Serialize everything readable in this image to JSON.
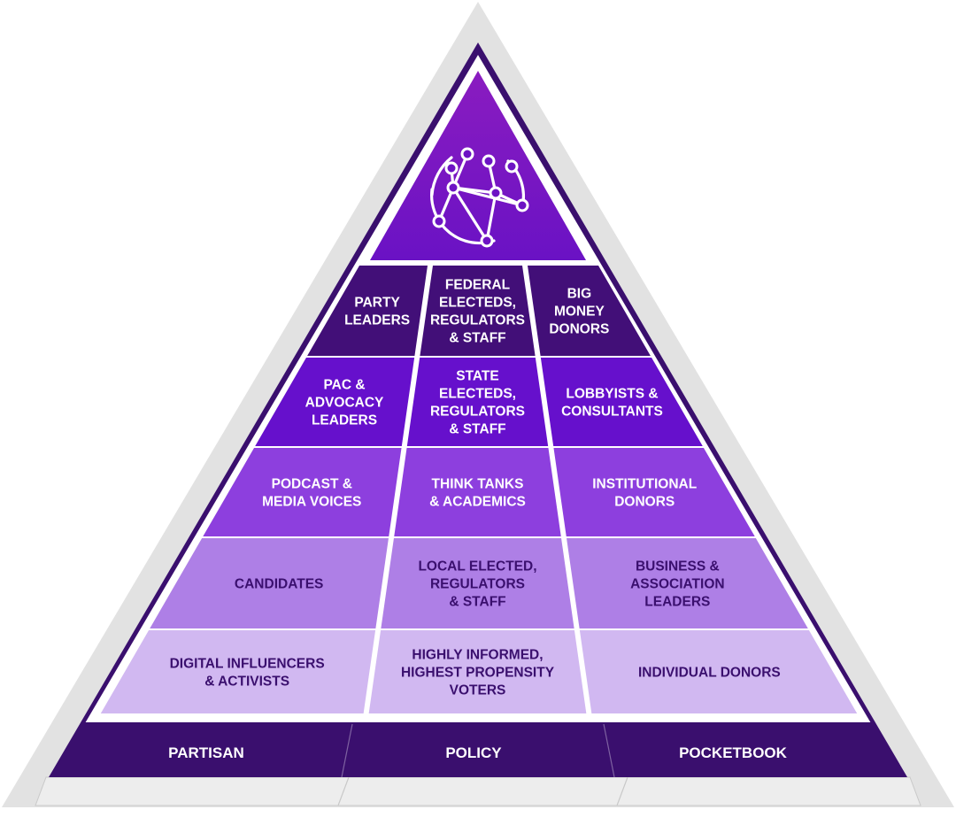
{
  "columns": [
    "PARTISAN",
    "POLICY",
    "POCKETBOOK"
  ],
  "rows": [
    {
      "cells": [
        [
          "PARTY",
          "LEADERS"
        ],
        [
          "FEDERAL",
          "ELECTEDS,",
          "REGULATORS",
          "& STAFF"
        ],
        [
          "BIG",
          "MONEY",
          "DONORS"
        ]
      ]
    },
    {
      "cells": [
        [
          "PAC &",
          "ADVOCACY",
          "LEADERS"
        ],
        [
          "STATE",
          "ELECTEDS,",
          "REGULATORS",
          "& STAFF"
        ],
        [
          "LOBBYISTS &",
          "CONSULTANTS"
        ]
      ]
    },
    {
      "cells": [
        [
          "PODCAST &",
          "MEDIA VOICES"
        ],
        [
          "THINK TANKS",
          "& ACADEMICS"
        ],
        [
          "INSTITUTIONAL",
          "DONORS"
        ]
      ]
    },
    {
      "cells": [
        [
          "CANDIDATES"
        ],
        [
          "LOCAL ELECTED,",
          "REGULATORS",
          "& STAFF"
        ],
        [
          "BUSINESS &",
          "ASSOCIATION",
          "LEADERS"
        ]
      ]
    },
    {
      "cells": [
        [
          "DIGITAL INFLUENCERS",
          "& ACTIVISTS"
        ],
        [
          "HIGHLY INFORMED,",
          "HIGHEST PROPENSITY",
          "VOTERS"
        ],
        [
          "INDIVIDUAL DONORS"
        ]
      ]
    }
  ],
  "colors": {
    "outer_shell": "#e2e2e2",
    "outer_shell_edge": "#c9c9c9",
    "frame": "#3a0f6e",
    "apex_top": "#8a1cc0",
    "apex_bottom": "#6a12c4",
    "row_fills": [
      "#420f78",
      "#6610cc",
      "#8d3fde",
      "#ae7fe6",
      "#d1b8f1"
    ],
    "row_text": [
      "light",
      "light",
      "light",
      "dark",
      "dark"
    ]
  },
  "apex_icon": "network-globe-icon"
}
